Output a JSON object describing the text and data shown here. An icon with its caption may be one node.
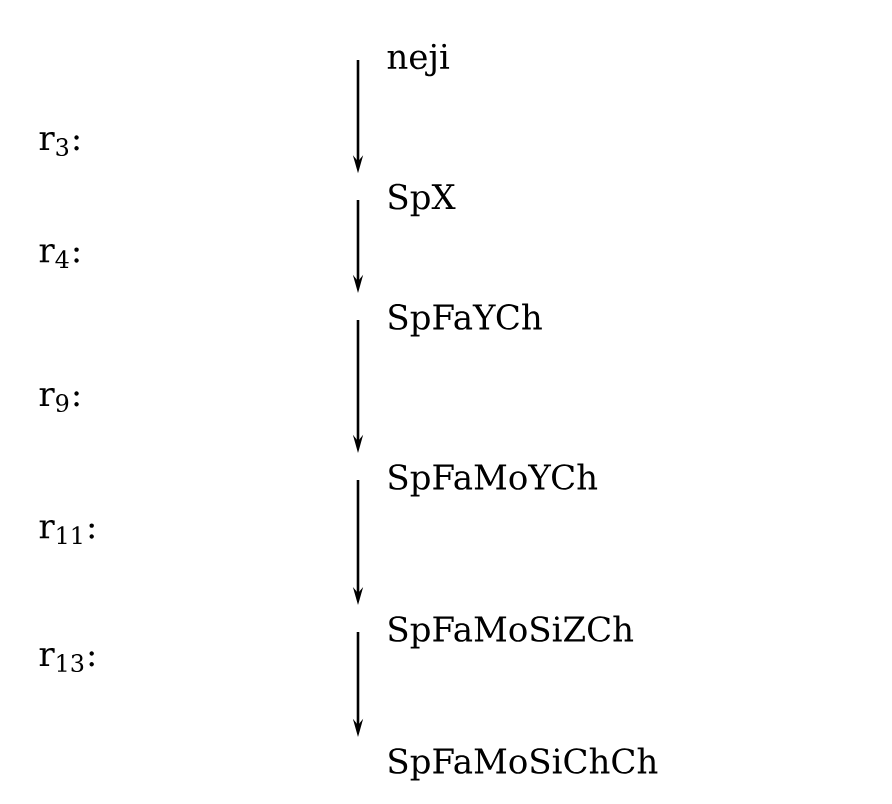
{
  "diagram": {
    "nodes": [
      {
        "text": [
          "neji"
        ]
      },
      {
        "text": [
          "SpX"
        ]
      },
      {
        "text": [
          "SpFaYCh"
        ]
      },
      {
        "text": [
          "SpFaMoYCh"
        ]
      },
      {
        "text": [
          "SpFaMoSiZCh"
        ]
      },
      {
        "text": [
          "SpFaMoSiChCh"
        ]
      }
    ],
    "edges": [
      {
        "from": 0,
        "to": 1,
        "arrow": "to"
      },
      {
        "from": 1,
        "to": 2,
        "arrow": "to"
      },
      {
        "from": 2,
        "to": 3,
        "arrow": "to"
      },
      {
        "from": 3,
        "to": 4,
        "arrow": "to"
      },
      {
        "from": 4,
        "to": 5,
        "arrow": "to"
      }
    ],
    "labels": [
      "r$_{3}$:",
      "r$_{4}$:",
      "r$_{9}$:",
      "r$_{11}$:",
      "r$_{13}$:"
    ]
  }
}
